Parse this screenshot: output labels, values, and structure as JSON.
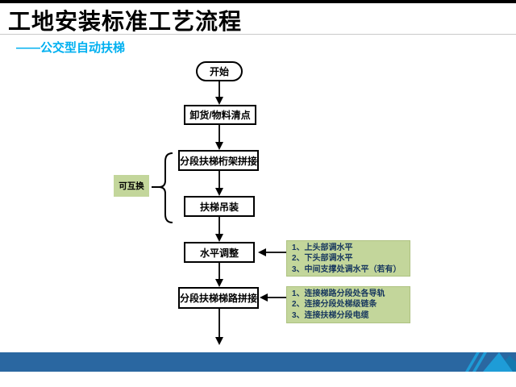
{
  "header": {
    "title": "工地安装标准工艺流程",
    "subtitle": "——公交型自动扶梯"
  },
  "flowchart": {
    "start": "开始",
    "steps": [
      "卸货/物料清点",
      "分段扶梯桁架拼接",
      "扶梯吊装",
      "水平调整",
      "分段扶梯梯路拼接"
    ],
    "interchangeable_label": "可互换",
    "notes": [
      {
        "lines": [
          "1、上头部调水平",
          "2、下头部调水平",
          "3、中间支撑处调水平（若有）"
        ]
      },
      {
        "lines": [
          "1、连接梯路分段处各导轨",
          "2、连接分段处梯级链条",
          "3、连接扶梯分段电缆"
        ]
      }
    ]
  },
  "colors": {
    "subtitle_blue": "#00B0F0",
    "note_bg": "#C3D69B",
    "note_border": "#AEC282",
    "note_text": "#17375E",
    "footer_bar_blue": "#2A67A1",
    "footer_deco_cyan": "#1E9CD7",
    "footer_deco_mid": "#1478AE"
  }
}
